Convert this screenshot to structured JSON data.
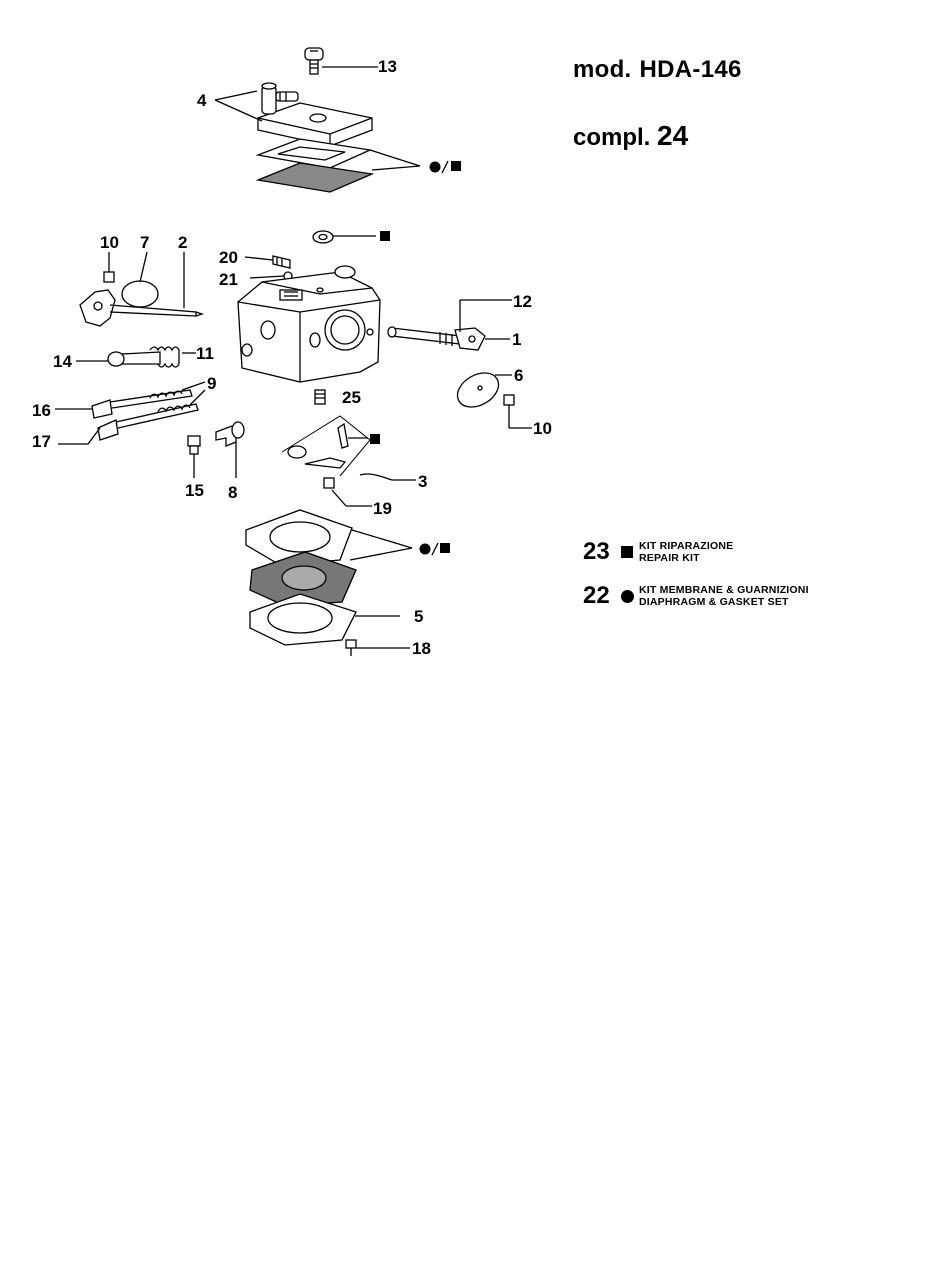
{
  "header": {
    "model_prefix": "mod.",
    "model_name": "HDA-146",
    "compl_prefix": "compl.",
    "compl_number": "24"
  },
  "legend": [
    {
      "number": "23",
      "symbol": "square",
      "line1": "KIT RIPARAZIONE",
      "line2": "REPAIR KIT"
    },
    {
      "number": "22",
      "symbol": "circle",
      "line1": "KIT MEMBRANE & GUARNIZIONI",
      "line2": "DIAPHRAGM & GASKET SET"
    }
  ],
  "callouts": {
    "c13": "13",
    "c4": "4",
    "c10a": "10",
    "c7": "7",
    "c2": "2",
    "c20": "20",
    "c21": "21",
    "c12": "12",
    "c1": "1",
    "c14": "14",
    "c11": "11",
    "c9": "9",
    "c16": "16",
    "c17": "17",
    "c25": "25",
    "c6": "6",
    "c10b": "10",
    "c3": "3",
    "c15": "15",
    "c8": "8",
    "c19": "19",
    "c5": "5",
    "c18": "18"
  }
}
